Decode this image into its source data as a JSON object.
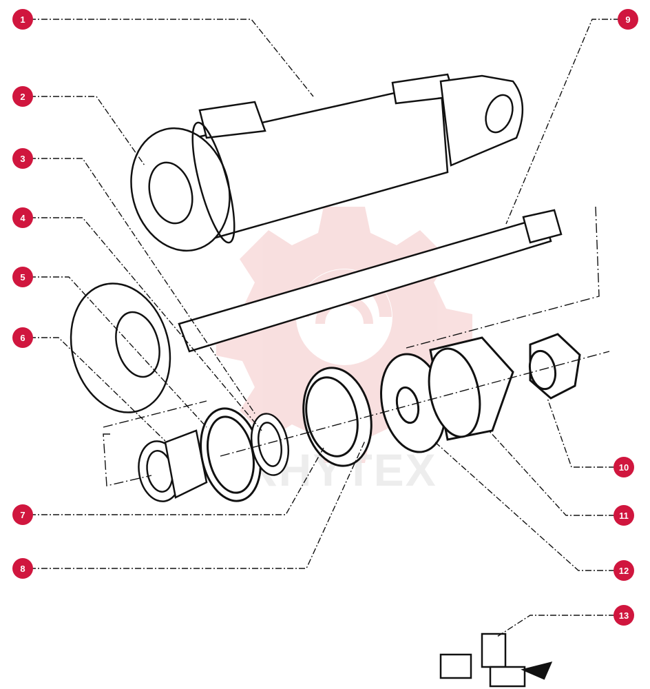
{
  "diagram": {
    "callout_color": "#d0163e",
    "watermark_color": "#f4c6c6",
    "watermark_text": "RHYTEX",
    "callouts": [
      "1",
      "2",
      "3",
      "4",
      "5",
      "6",
      "7",
      "8",
      "9",
      "10",
      "11",
      "12",
      "13"
    ]
  }
}
